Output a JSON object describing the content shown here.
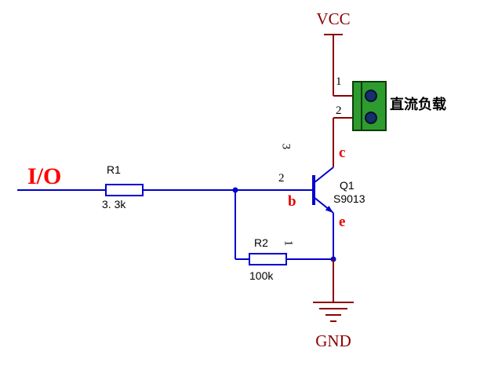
{
  "power": {
    "vcc": "VCC",
    "gnd": "GND"
  },
  "io_label": "I/O",
  "resistors": {
    "r1": {
      "ref": "R1",
      "value": "3. 3k"
    },
    "r2": {
      "ref": "R2",
      "value": "100k"
    }
  },
  "transistor": {
    "ref": "Q1",
    "part": "S9013",
    "terminal_c": "c",
    "terminal_b": "b",
    "terminal_e": "e",
    "pin_base": "2",
    "pin_collector": "3",
    "pin_emitter": "1"
  },
  "connector": {
    "pin1": "1",
    "pin2": "2",
    "load_label": "直流负载"
  },
  "colors": {
    "wire_blue": "#0000cc",
    "power_dark_red": "#8b0000",
    "terminal_red": "#e80000",
    "io_red": "#ff0000",
    "connector_green": "#2e9b2e",
    "connector_hole_blue": "#16306e"
  }
}
